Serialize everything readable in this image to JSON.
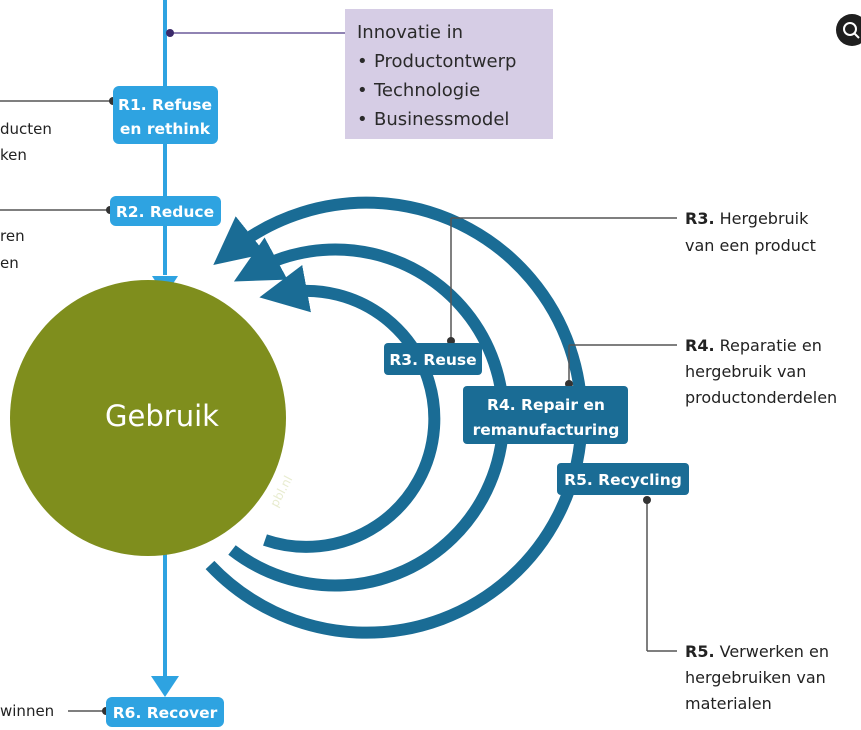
{
  "colors": {
    "dark_blue": "#1a6c95",
    "light_blue": "#2ea3e1",
    "olive": "#7f8e1d",
    "lavender": "#d6cde5",
    "line": "#555555"
  },
  "center": {
    "label": "Gebruik",
    "watermark": "pbl.nl"
  },
  "innovation": {
    "title": "Innovatie in",
    "items": [
      "Productontwerp",
      "Technologie",
      "Businessmodel"
    ]
  },
  "steps": {
    "r1": {
      "line1": "R1. Refuse",
      "line2": "en rethink"
    },
    "r2": {
      "label": "R2. Reduce"
    },
    "r3": {
      "label": "R3. Reuse"
    },
    "r4": {
      "line1": "R4. Repair en",
      "line2": "remanufacturing"
    },
    "r5": {
      "label": "R5. Recycling"
    },
    "r6": {
      "label": "R6. Recover"
    }
  },
  "descriptions": {
    "r3": {
      "code": "R3.",
      "line1": "Hergebruik",
      "line2": "van een product"
    },
    "r4": {
      "code": "R4.",
      "line1": "Reparatie en",
      "line2": "hergebruik van",
      "line3": "productonderdelen"
    },
    "r5": {
      "code": "R5.",
      "line1": "Verwerken en",
      "line2": "hergebruiken van",
      "line3": "materialen"
    }
  },
  "left_fragments": {
    "r1_a": "ducten",
    "r1_b": "ken",
    "r2_a": "ren",
    "r2_b": "en",
    "r6": "winnen"
  },
  "corner_icon": "lens-icon"
}
